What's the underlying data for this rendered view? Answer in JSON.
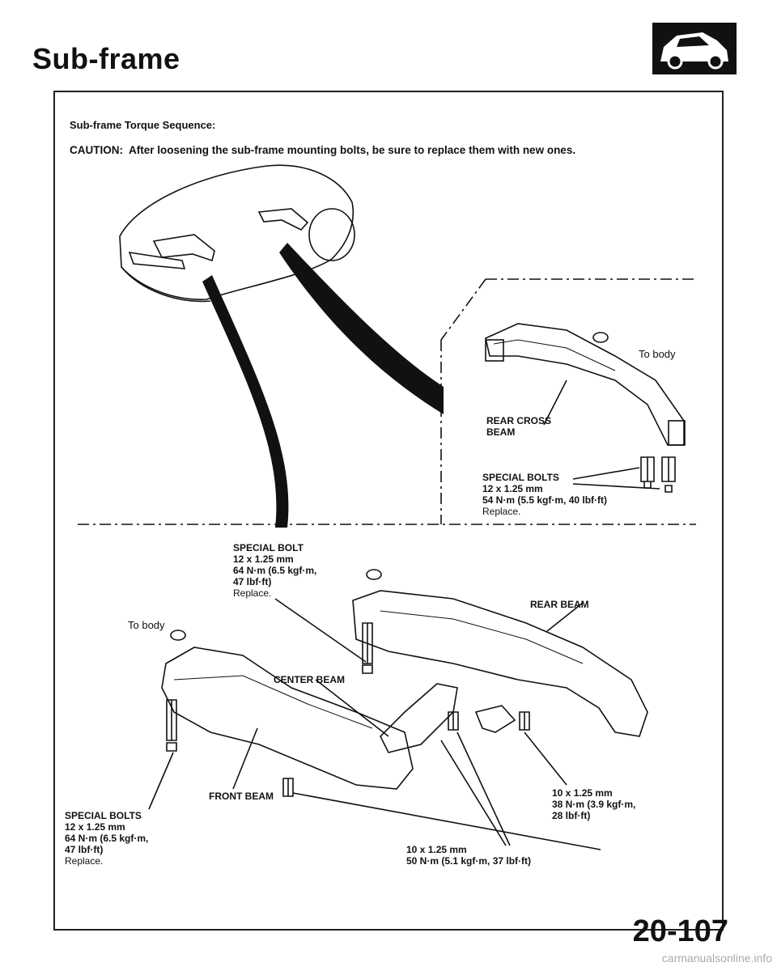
{
  "header": {
    "title": "Sub-frame"
  },
  "section": {
    "heading": "Sub-frame Torque Sequence:",
    "caution_label": "CAUTION:",
    "caution_text": "After loosening the sub-frame mounting bolts, be sure to replace them with new ones."
  },
  "inset": {
    "to_body": "To body",
    "rear_cross_beam_1": "REAR CROSS",
    "rear_cross_beam_2": "BEAM",
    "special_bolts": "SPECIAL BOLTS",
    "size": "12 x 1.25 mm",
    "torque": "54 N·m (5.5 kgf·m, 40 lbf·ft)",
    "replace": "Replace."
  },
  "main": {
    "special_bolt_top": {
      "l1": "SPECIAL BOLT",
      "l2": "12 x 1.25 mm",
      "l3": "64 N·m (6.5 kgf·m,",
      "l4": "47 lbf·ft)",
      "l5": "Replace."
    },
    "rear_beam": "REAR BEAM",
    "to_body": "To body",
    "center_beam": "CENTER BEAM",
    "front_beam": "FRONT BEAM",
    "special_bolts_left": {
      "l1": "SPECIAL BOLTS",
      "l2": "12 x 1.25 mm",
      "l3": "64 N·m (6.5 kgf·m,",
      "l4": "47 lbf·ft)",
      "l5": "Replace."
    },
    "bolt_38": {
      "l1": "10 x 1.25 mm",
      "l2": "38 N·m (3.9 kgf·m,",
      "l3": "28 lbf·ft)"
    },
    "bolt_50": {
      "l1": "10 x 1.25 mm",
      "l2": "50 N·m (5.1 kgf·m, 37 lbf·ft)"
    }
  },
  "footer": {
    "page_number": "20-107",
    "watermark": "carmanualsonline.info"
  },
  "icons": {
    "badge": "car-icon"
  }
}
